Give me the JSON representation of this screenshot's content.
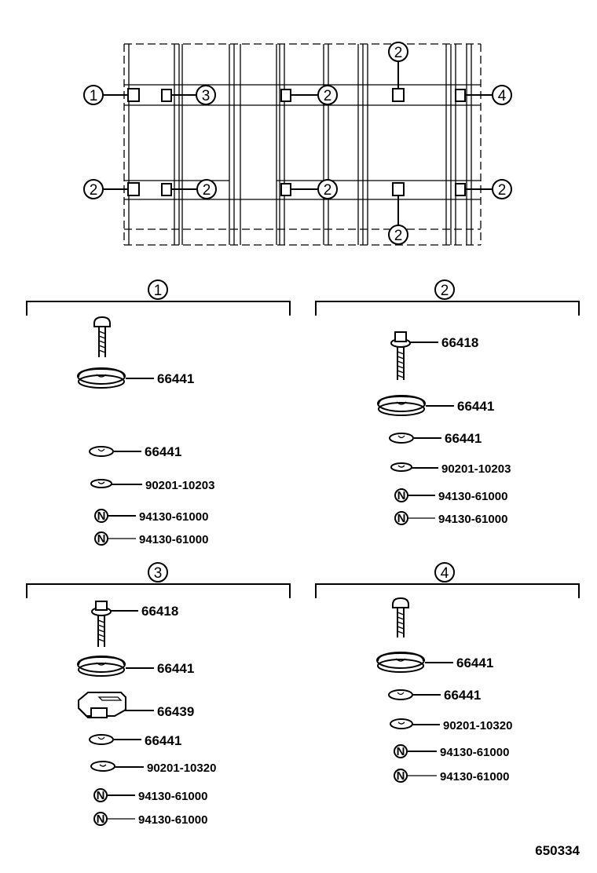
{
  "callouts": [
    "1",
    "2",
    "3",
    "4"
  ],
  "groups": {
    "g1": {
      "title": "1",
      "parts": [
        "66441",
        "66441",
        "90201-10203",
        "94130-61000",
        "94130-61000"
      ],
      "nut_mark": "N"
    },
    "g2": {
      "title": "2",
      "parts": [
        "66418",
        "66441",
        "66441",
        "90201-10203",
        "94130-61000",
        "94130-61000"
      ],
      "nut_mark": "N"
    },
    "g3": {
      "title": "3",
      "parts": [
        "66418",
        "66441",
        "66439",
        "66441",
        "90201-10320",
        "94130-61000",
        "94130-61000"
      ],
      "nut_mark": "N"
    },
    "g4": {
      "title": "4",
      "parts": [
        "66441",
        "66441",
        "90201-10320",
        "94130-61000",
        "94130-61000"
      ],
      "nut_mark": "N"
    }
  },
  "figure_ref": "650334"
}
